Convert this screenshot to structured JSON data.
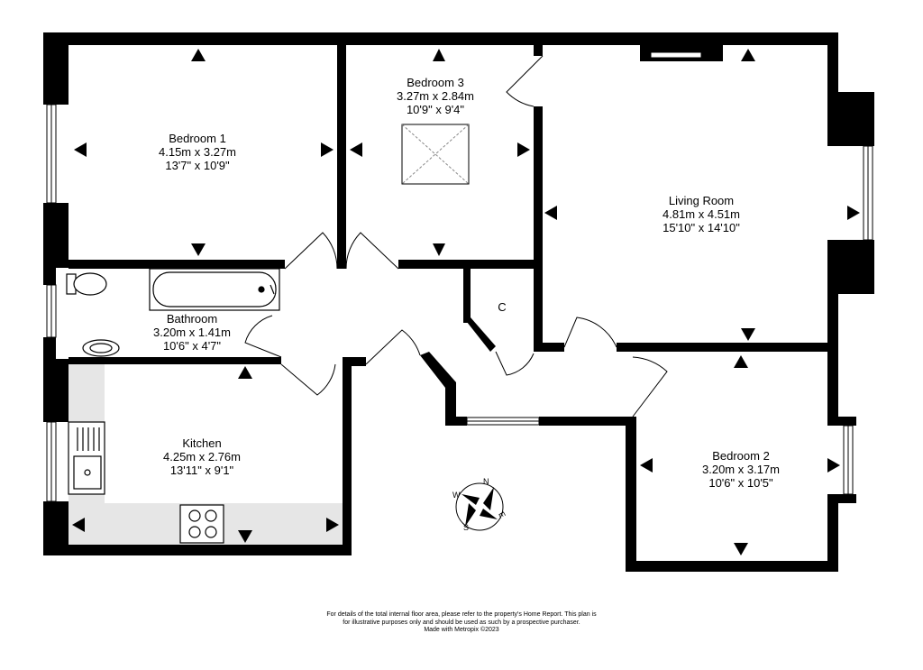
{
  "rooms": {
    "bedroom1": {
      "name": "Bedroom 1",
      "metric": "4.15m  x 3.27m",
      "imperial": "13'7\"  x 10'9\""
    },
    "bedroom3": {
      "name": "Bedroom 3",
      "metric": "3.27m  x 2.84m",
      "imperial": "10'9\"  x 9'4\""
    },
    "living": {
      "name": "Living Room",
      "metric": "4.81m  x 4.51m",
      "imperial": "15'10\"  x 14'10\""
    },
    "bathroom": {
      "name": "Bathroom",
      "metric": "3.20m  x 1.41m",
      "imperial": "10'6\"  x 4'7\""
    },
    "kitchen": {
      "name": "Kitchen",
      "metric": "4.25m  x 2.76m",
      "imperial": "13'11\"  x 9'1\""
    },
    "bedroom2": {
      "name": "Bedroom 2",
      "metric": "3.20m  x 3.17m",
      "imperial": "10'6\"  x 10'5\""
    },
    "cupboard": {
      "name": "C"
    }
  },
  "compass": {
    "n": "N",
    "e": "E",
    "s": "S",
    "w": "W"
  },
  "footer": {
    "line1": "For details of the total internal floor area, please refer to the property's Home Report. This plan is",
    "line2": "for illustrative purposes only and should be used as such by a prospective purchaser.",
    "line3": "Made with Metropix ©2023"
  },
  "colors": {
    "wall": "#000000",
    "kitchen_fill": "#e6e6e6",
    "background": "#ffffff"
  }
}
